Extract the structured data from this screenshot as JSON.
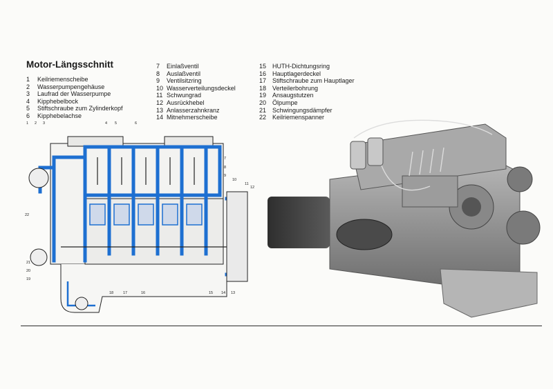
{
  "title": "Motor-Längsschnitt",
  "legend": {
    "col1": [
      {
        "num": "1",
        "label": "Keilriemenscheibe"
      },
      {
        "num": "2",
        "label": "Wasserpumpengehäuse"
      },
      {
        "num": "3",
        "label": "Laufrad der Wasserpumpe"
      },
      {
        "num": "4",
        "label": "Kipphebelbock"
      },
      {
        "num": "5",
        "label": "Stiftschraube zum Zylinderkopf"
      },
      {
        "num": "6",
        "label": "Kipphebelachse"
      }
    ],
    "col2": [
      {
        "num": "7",
        "label": "Einlaßventil"
      },
      {
        "num": "8",
        "label": "Auslaßventil"
      },
      {
        "num": "9",
        "label": "Ventilsitzring"
      },
      {
        "num": "10",
        "label": "Wasserverteilungsdeckel"
      },
      {
        "num": "11",
        "label": "Schwungrad"
      },
      {
        "num": "12",
        "label": "Ausrückhebel"
      },
      {
        "num": "13",
        "label": "Anlasserzahnkranz"
      },
      {
        "num": "14",
        "label": "Mitnehmerscheibe"
      }
    ],
    "col3": [
      {
        "num": "15",
        "label": "HUTH-Dichtungsring"
      },
      {
        "num": "16",
        "label": "Hauptlagerdeckel"
      },
      {
        "num": "17",
        "label": "Stiftschraube zum Hauptlager"
      },
      {
        "num": "18",
        "label": "Verteilerbohrung"
      },
      {
        "num": "19",
        "label": "Ansaugstutzen"
      },
      {
        "num": "20",
        "label": "Ölpumpe"
      },
      {
        "num": "21",
        "label": "Schwingungsdämpfer"
      },
      {
        "num": "22",
        "label": "Keilriemenspanner"
      }
    ]
  },
  "callouts": [
    "1",
    "2",
    "3",
    "4",
    "5",
    "6",
    "7",
    "8",
    "9",
    "10",
    "11",
    "12",
    "13",
    "14",
    "15",
    "16",
    "17",
    "18",
    "19",
    "20",
    "21",
    "22"
  ],
  "colors": {
    "coolant_blue": "#1d6fd1",
    "line": "#222222",
    "engine_grey": "#8a8a8a"
  }
}
